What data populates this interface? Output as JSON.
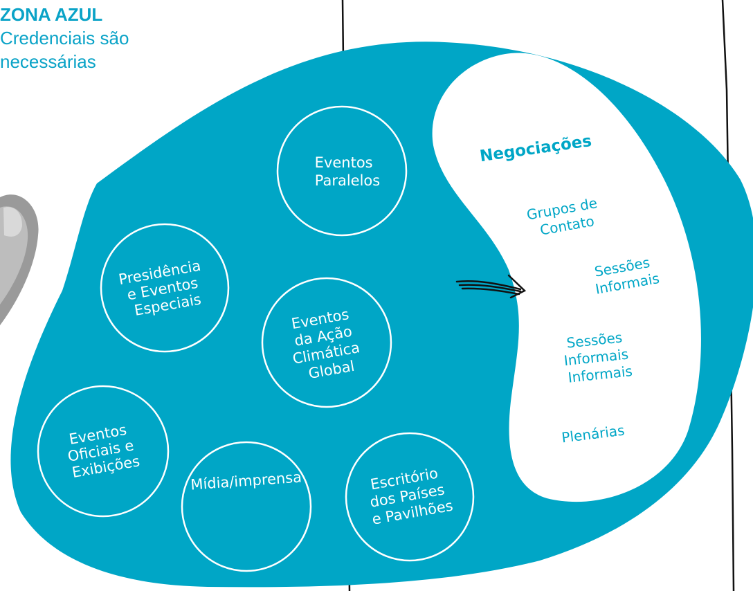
{
  "header": {
    "title": "ZONA AZUL",
    "subtitle": "Credenciais são necessárias"
  },
  "colors": {
    "accent": "#00a6c6",
    "text_dark": "#0a3a4a",
    "circle_text": "#ffffff",
    "negotiation_text": "#00a6c6"
  },
  "circles": [
    {
      "id": "eventos-paralelos",
      "lines": [
        "Eventos",
        "Paralelos"
      ]
    },
    {
      "id": "presidencia",
      "lines": [
        "Presidência",
        "e Eventos",
        "Especiais"
      ]
    },
    {
      "id": "acao-climatica",
      "lines": [
        "Eventos",
        "da Ação",
        "Climática",
        "Global"
      ]
    },
    {
      "id": "eventos-oficiais",
      "lines": [
        "Eventos",
        "Oficiais e",
        "Exibições"
      ]
    },
    {
      "id": "midia",
      "lines": [
        "Mídia/imprensa"
      ]
    },
    {
      "id": "escritorio",
      "lines": [
        "Escritório",
        "dos Países",
        "e Pavilhões"
      ]
    }
  ],
  "negotiations": {
    "title": "Negociações",
    "items": [
      {
        "lines": [
          "Grupos de",
          "Contato"
        ]
      },
      {
        "lines": [
          "Sessões",
          "Informais"
        ]
      },
      {
        "lines": [
          "Sessões",
          "Informais",
          "Informais"
        ]
      },
      {
        "lines": [
          "Plenárias"
        ]
      }
    ]
  },
  "icons": {
    "arrow": "hand-drawn-arrow-icon",
    "photo": "hand-photo-fragment"
  }
}
